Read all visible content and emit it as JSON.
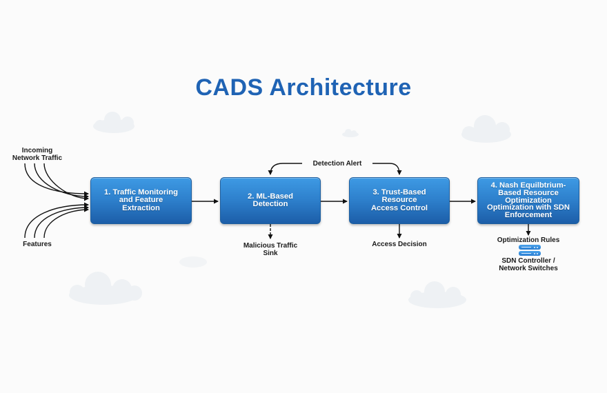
{
  "title": "CADS Architecture",
  "inputs": {
    "incoming": "Incoming\nNetwork Traffic",
    "features": "Features"
  },
  "boxes": [
    {
      "label": "1. Traffic Monitoring\nand Feature\nExtraction"
    },
    {
      "label": "2. ML-Based\nDetection"
    },
    {
      "label": "3. Trust-Based\nResource\nAccess Control"
    },
    {
      "label": "4. Nash Equilbtrium-\nBased Resource\nOptimization\nOptimization with SDN\nEnforcement"
    }
  ],
  "feedback": {
    "detection_alert": "Detection Alert"
  },
  "outputs": {
    "malicious_sink": "Malicious Traffic\nSink",
    "access_decision": "Access Decision",
    "optimization_rules": "Optimization Rules",
    "sdn_controller": "SDN Controller /\nNetwork Switches"
  },
  "icons": {
    "sdn": "server-icon"
  },
  "colors": {
    "title": "#1f63b4",
    "box": "#2d7fcb",
    "background": "#fbfbfb"
  }
}
